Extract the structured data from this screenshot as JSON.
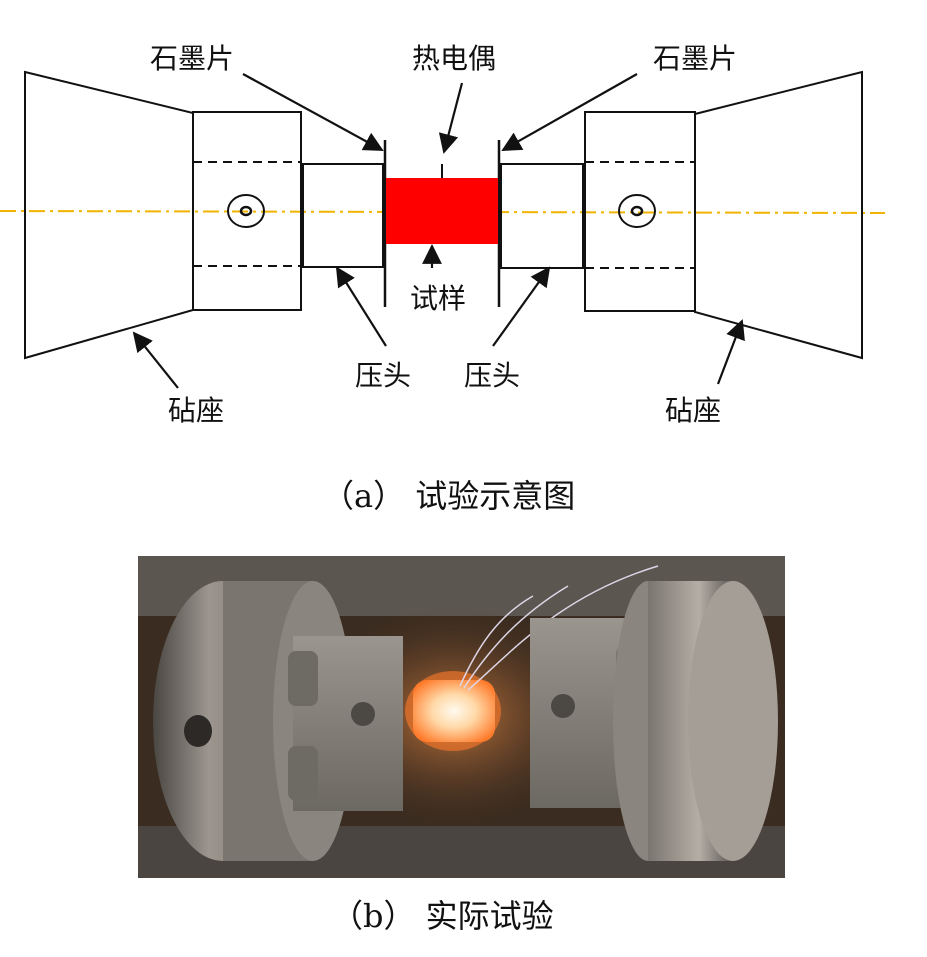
{
  "schematic": {
    "labels": {
      "graphite_left": "石墨片",
      "thermocouple": "热电偶",
      "graphite_right": "石墨片",
      "specimen": "试样",
      "indenter_left": "压头",
      "indenter_right": "压头",
      "anvil_left": "砧座",
      "anvil_right": "砧座"
    },
    "colors": {
      "specimen": "#ff0000",
      "axis": "#f0b400",
      "line": "#111111"
    }
  },
  "captions": {
    "a": "（a） 试验示意图",
    "b": "（b） 实际试验"
  },
  "photo": {
    "colors": {
      "glow": "#fff2d8",
      "hot": "#ff8a3a",
      "metal": "#8d8880",
      "background": "#3a2c20"
    }
  }
}
